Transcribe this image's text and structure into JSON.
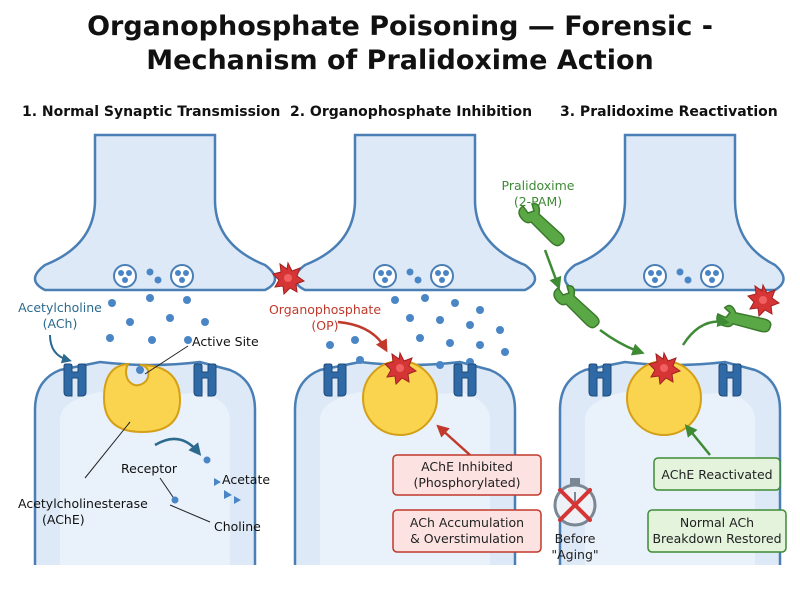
{
  "title_line1": "Organophosphate Poisoning — Forensic -",
  "title_line2": "Mechanism of Pralidoxime Action",
  "panels": [
    {
      "title": "1. Normal Synaptic Transmission"
    },
    {
      "title": "2. Organophosphate Inhibition"
    },
    {
      "title": "3. Pralidoxime Reactivation"
    }
  ],
  "panel1": {
    "ach_line1": "Acetylcholine",
    "ach_line2": "(ACh)",
    "active_site": "Active Site",
    "receptor": "Receptor",
    "acetate": "Acetate",
    "ache_line1": "Acetylcholinesterase",
    "ache_line2": "(AChE)",
    "choline": "Choline"
  },
  "panel2": {
    "op_line1": "Organophosphate",
    "op_line2": "(OP)",
    "box1_line1": "AChE Inhibited",
    "box1_line2": "(Phosphorylated)",
    "box2_line1": "ACh Accumulation",
    "box2_line2": "& Overstimulation"
  },
  "panel3": {
    "pam_line1": "Pralidoxime",
    "pam_line2": "(2-PAM)",
    "aging_line1": "Before",
    "aging_line2": "\"Aging\"",
    "box1": "AChE Reactivated",
    "box2_line1": "Normal ACh",
    "box2_line2": "Breakdown Restored"
  },
  "colors": {
    "membrane_fill": "#dde9f7",
    "membrane_stroke": "#4a7fb5",
    "vesicle": "#4a86c5",
    "receptor": "#2f6aa6",
    "enzyme_fill": "#fad34f",
    "enzyme_stroke": "#d4a017",
    "op_red": "#d63535",
    "pam_green": "#4f9a3a",
    "arrow_blue": "#2b6a8e",
    "arrow_red": "#c0392b",
    "arrow_green": "#3e8a35"
  }
}
